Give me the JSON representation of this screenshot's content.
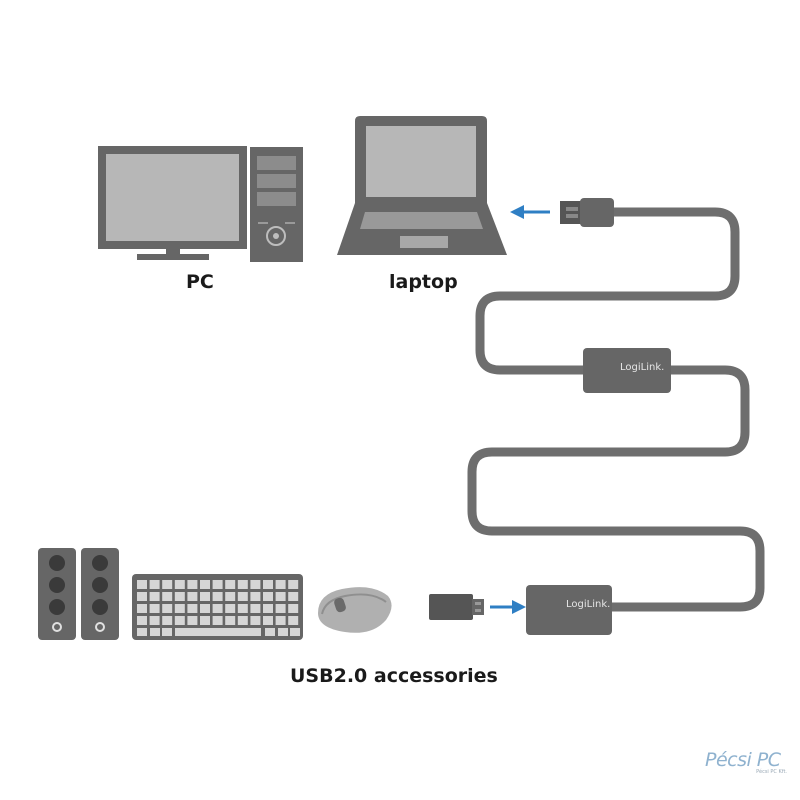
{
  "labels": {
    "pc": "PC",
    "laptop": "laptop",
    "accessories": "USB2.0 accessories"
  },
  "brand": {
    "box_upper": "LogiLink.",
    "box_lower": "LogiLink."
  },
  "watermark": {
    "text": "Pécsi PC",
    "subtext": "Pécsi PC Kft."
  },
  "colors": {
    "device": "#666666",
    "screen": "#b7b7b7",
    "cable": "#6e6e6e",
    "arrow": "#2f7fc4"
  }
}
